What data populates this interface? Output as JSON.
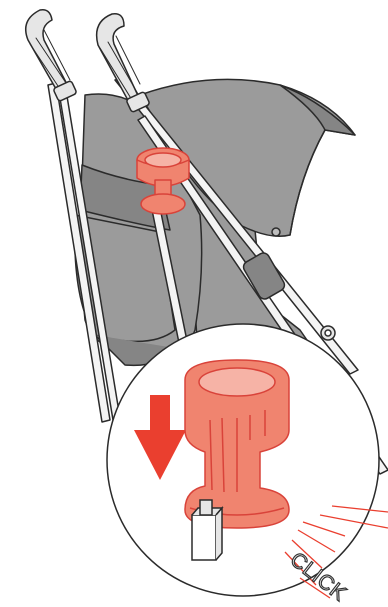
{
  "figure": {
    "caption_text": "CLICK",
    "colors": {
      "accent": "#f0846f",
      "accent_stroke": "#d9433a",
      "arrow": "#ea3f2f",
      "fabric": "#9b9b9b",
      "fabric_dark": "#858585",
      "outline": "#2b2b2b"
    },
    "parts": [
      "stroller-frame",
      "handle-grips",
      "canopy",
      "seat-fabric",
      "cup-holder",
      "mounting-clip",
      "down-arrow",
      "click-sound-lines"
    ]
  }
}
